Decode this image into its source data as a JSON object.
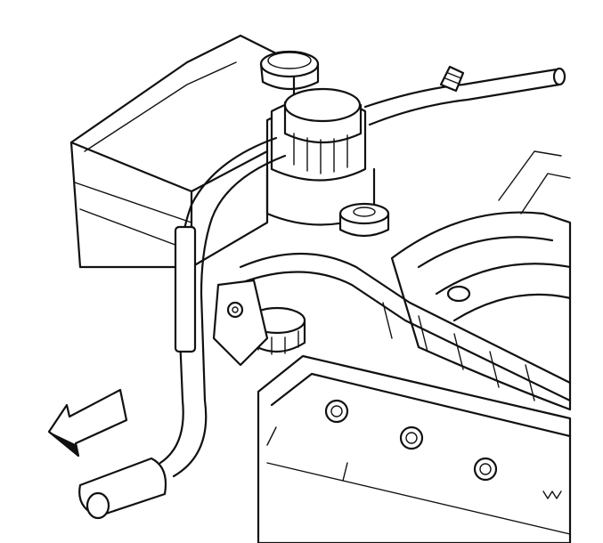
{
  "diagram": {
    "components": [
      "coolant-reservoir",
      "reservoir-cap",
      "pressure-cap",
      "radiator-hose",
      "heater-hose",
      "oil-filler-cap",
      "intake-manifold",
      "engine-block",
      "direction-arrow"
    ],
    "colors": {
      "line": "#111111",
      "fill": "#ffffff"
    }
  }
}
